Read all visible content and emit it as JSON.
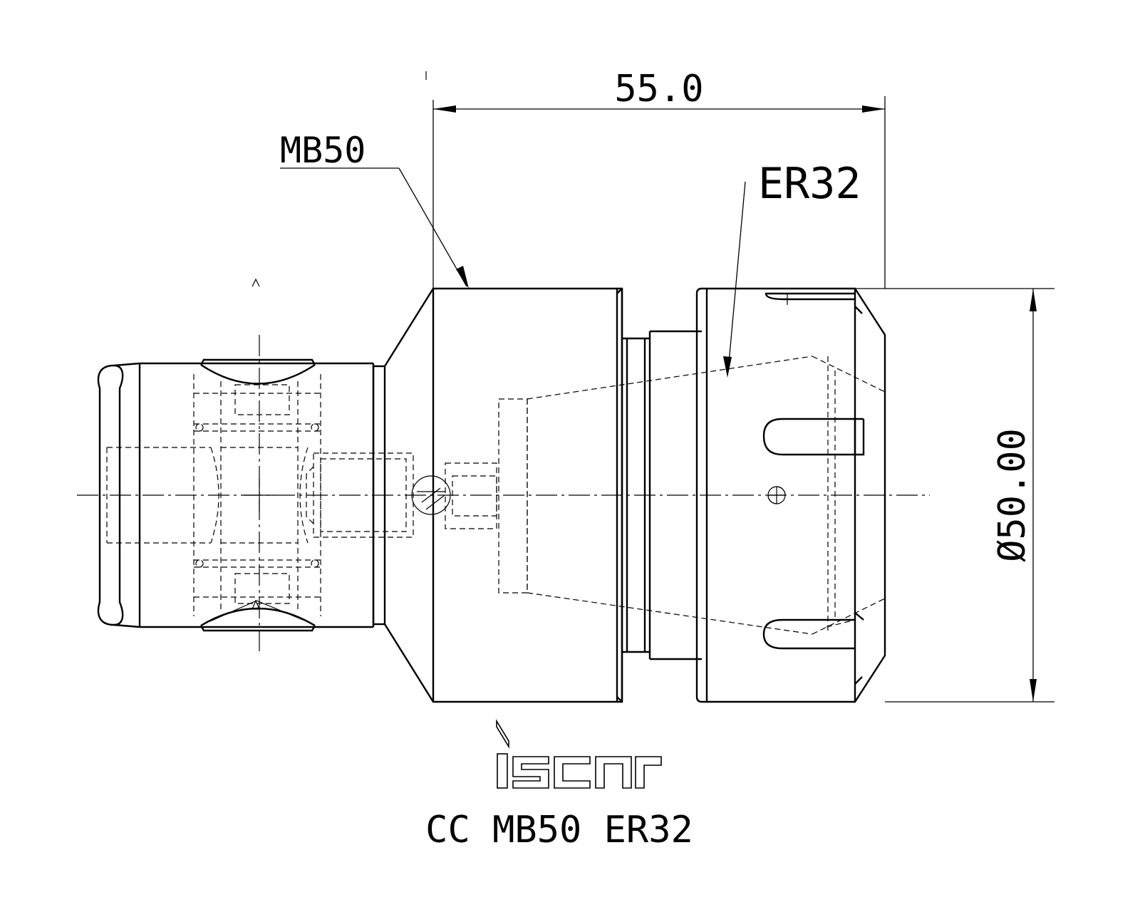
{
  "dimensions": {
    "length": "55.0",
    "diameter": "Ø50.00"
  },
  "callouts": {
    "shank": "MB50",
    "collet": "ER32"
  },
  "logo_text": "iscar",
  "part_title": "CC MB50 ER32"
}
